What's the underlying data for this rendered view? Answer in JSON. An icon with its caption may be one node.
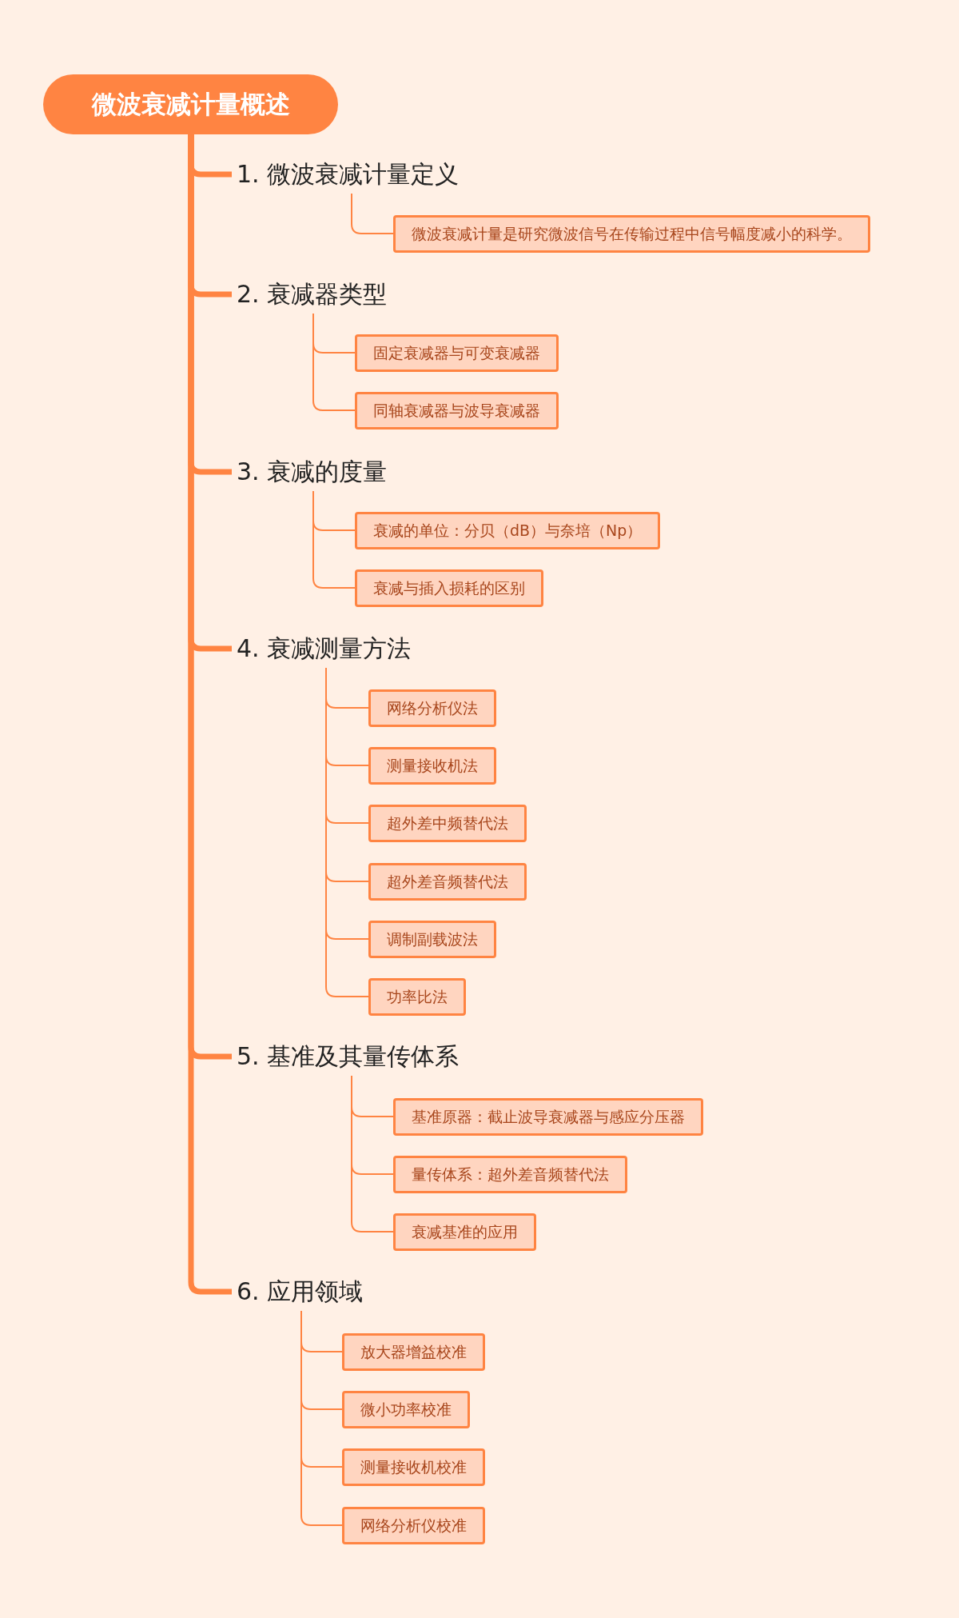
{
  "diagram": {
    "nodes": [
      {
        "text": [
          "微波衰减计量概述"
        ]
      },
      {
        "text": [
          "1. 微波衰减计量定义"
        ]
      },
      {
        "text": [
          "微波衰减计量是研究微波信号在传输过程中信号幅度减小的科学。"
        ]
      },
      {
        "text": [
          "2. 衰减器类型"
        ]
      },
      {
        "text": [
          "固定衰减器与可变衰减器"
        ]
      },
      {
        "text": [
          "同轴衰减器与波导衰减器"
        ]
      },
      {
        "text": [
          "3. 衰减的度量"
        ]
      },
      {
        "text": [
          "衰减的单位：分贝（dB）与奈培（Np）"
        ]
      },
      {
        "text": [
          "衰减与插入损耗的区别"
        ]
      },
      {
        "text": [
          "4. 衰减测量方法"
        ]
      },
      {
        "text": [
          "网络分析仪法"
        ]
      },
      {
        "text": [
          "测量接收机法"
        ]
      },
      {
        "text": [
          "超外差中频替代法"
        ]
      },
      {
        "text": [
          "超外差音频替代法"
        ]
      },
      {
        "text": [
          "调制副载波法"
        ]
      },
      {
        "text": [
          "功率比法"
        ]
      },
      {
        "text": [
          "5. 基准及其量传体系"
        ]
      },
      {
        "text": [
          "基准原器：截止波导衰减器与感应分压器"
        ]
      },
      {
        "text": [
          "量传体系：超外差音频替代法"
        ]
      },
      {
        "text": [
          "衰减基准的应用"
        ]
      },
      {
        "text": [
          "6. 应用领域"
        ]
      },
      {
        "text": [
          "放大器增益校准"
        ]
      },
      {
        "text": [
          "微小功率校准"
        ]
      },
      {
        "text": [
          "测量接收机校准"
        ]
      },
      {
        "text": [
          "网络分析仪校准"
        ]
      }
    ],
    "edges": [
      {
        "from": 0,
        "to": 1,
        "arrow": "none",
        "style": "thick"
      },
      {
        "from": 1,
        "to": 2,
        "arrow": "none"
      },
      {
        "from": 0,
        "to": 3,
        "arrow": "none",
        "style": "thick"
      },
      {
        "from": 3,
        "to": 4,
        "arrow": "none"
      },
      {
        "from": 3,
        "to": 5,
        "arrow": "none"
      },
      {
        "from": 0,
        "to": 6,
        "arrow": "none",
        "style": "thick"
      },
      {
        "from": 6,
        "to": 7,
        "arrow": "none"
      },
      {
        "from": 6,
        "to": 8,
        "arrow": "none"
      },
      {
        "from": 0,
        "to": 9,
        "arrow": "none",
        "style": "thick"
      },
      {
        "from": 9,
        "to": 10,
        "arrow": "none"
      },
      {
        "from": 9,
        "to": 11,
        "arrow": "none"
      },
      {
        "from": 9,
        "to": 12,
        "arrow": "none"
      },
      {
        "from": 9,
        "to": 13,
        "arrow": "none"
      },
      {
        "from": 9,
        "to": 14,
        "arrow": "none"
      },
      {
        "from": 9,
        "to": 15,
        "arrow": "none"
      },
      {
        "from": 0,
        "to": 16,
        "arrow": "none",
        "style": "thick"
      },
      {
        "from": 16,
        "to": 17,
        "arrow": "none"
      },
      {
        "from": 16,
        "to": 18,
        "arrow": "none"
      },
      {
        "from": 16,
        "to": 19,
        "arrow": "none"
      },
      {
        "from": 0,
        "to": 20,
        "arrow": "none",
        "style": "thick"
      },
      {
        "from": 20,
        "to": 21,
        "arrow": "none"
      },
      {
        "from": 20,
        "to": 22,
        "arrow": "none"
      },
      {
        "from": 20,
        "to": 23,
        "arrow": "none"
      },
      {
        "from": 20,
        "to": 24,
        "arrow": "none"
      }
    ]
  }
}
